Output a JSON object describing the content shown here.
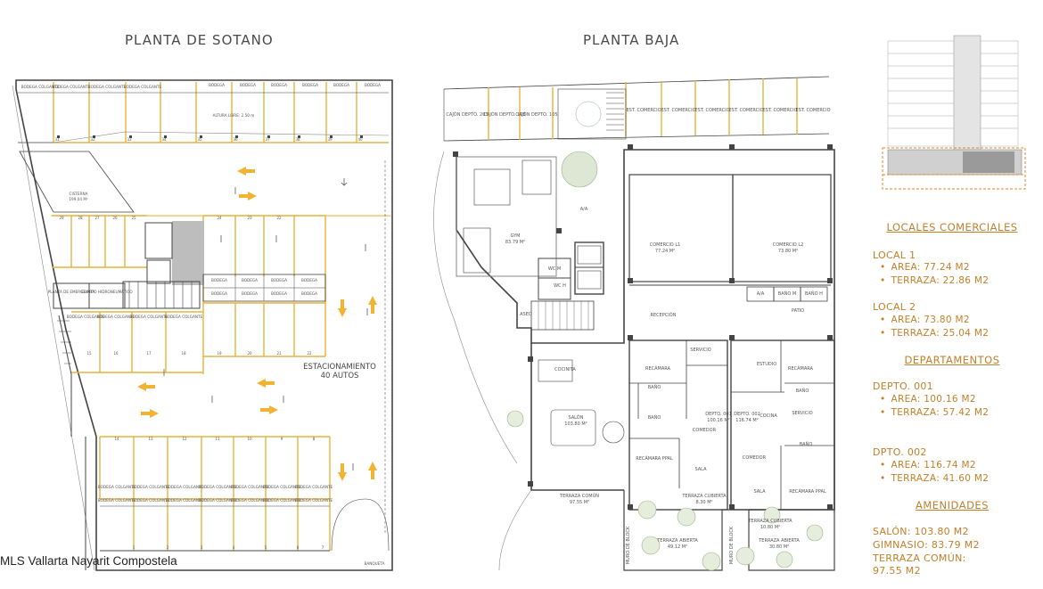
{
  "titles": {
    "sotano": "PLANTA DE SOTANO",
    "baja": "PLANTA BAJA"
  },
  "sotano": {
    "bodega_colgante": "BODEGA COLGANTE",
    "bodega": "BODEGA",
    "altura": "ALTURA LIBRE: 2.50 m",
    "cisterna": "CISTERNA",
    "cisterna_area": "199.04 M²",
    "planta_emergencia": "PLANTA DE EMERGENCIA",
    "cuarto_hidroneumatico": "CUARTO HIDRONEUMÁTICO",
    "estacionamiento": "ESTACIONAMIENTO",
    "autos": "40 AUTOS",
    "banqueta": "BANQUETA",
    "spots_top": [
      "31",
      "32",
      "33",
      "34",
      "35",
      "36",
      "37",
      "38",
      "39",
      "40"
    ],
    "spots_mid": [
      "29",
      "28",
      "27",
      "26",
      "25",
      "24",
      "23",
      "22"
    ],
    "spots_mid2": [
      "15",
      "16",
      "17",
      "18",
      "19",
      "20",
      "21",
      "22"
    ],
    "spots_bottom_top": [
      "14",
      "13",
      "12",
      "11",
      "10",
      "9",
      "8"
    ],
    "spots_bottom": [
      "1",
      "2",
      "3",
      "4",
      "5",
      "6",
      "7"
    ]
  },
  "baja": {
    "cajones": [
      "CAJÓN DEPTO. 203",
      "CAJÓN DEPTO. 103",
      "CAJÓN DEPTO. 105"
    ],
    "est_comercio": "EST. COMERCIO",
    "gym": "GYM",
    "gym_area": "83.79 M²",
    "aa": "A/A",
    "wc_m": "WC M",
    "wc_h": "WC H",
    "aseo": "ASEO",
    "recepcion": "RECEPCIÓN",
    "comercio1": "COMERCIO L1",
    "comercio1_area": "77.24 M²",
    "comercio2": "COMERCIO L2",
    "comercio2_area": "73.80 M²",
    "bano_m": "BAÑO M",
    "bano_h": "BAÑO H",
    "patio": "PATIO",
    "cocinita": "COCINITA",
    "salon": "SALÓN",
    "salon_area": "103.80 M²",
    "recamara": "RECÁMARA",
    "servicio": "SERVICIO",
    "estudio": "ESTUDIO",
    "bano": "BAÑO",
    "cocina": "COCINA",
    "comedor": "COMEDOR",
    "sala": "SALA",
    "recamara_ppal": "RECÁMARA PPAL",
    "depto001": "DEPTO. 001",
    "depto001_area": "100.16 M²",
    "depto002": "DEPTO. 002",
    "depto002_area": "116.74 M²",
    "terraza_comun": "TERRAZA COMÚN",
    "terraza_comun_area": "97.55 M²",
    "terraza_cubierta": "TERRAZA CUBIERTA",
    "terraza_cubierta1_area": "8.30 M²",
    "terraza_cubierta2_area": "10.80 M²",
    "terraza_abierta": "TERRAZA ABIERTA",
    "terraza_abierta1_area": "49.12 M²",
    "terraza_abierta2_area": "30.80 M²",
    "muro_block": "MURO DE BLOCK"
  },
  "legend": {
    "locales": "LOCALES COMERCIALES",
    "local1": "LOCAL 1",
    "local1_area": "AREA: 77.24 M2",
    "local1_terraza": "TERRAZA: 22.86 M2",
    "local2": "LOCAL 2",
    "local2_area": "AREA: 73.80 M2",
    "local2_terraza": "TERRAZA: 25.04 M2",
    "departamentos": "DEPARTAMENTOS",
    "depto001": "DEPTO. 001",
    "depto001_area": "AREA: 100.16 M2",
    "depto001_terraza": "TERRAZA: 57.42 M2",
    "dpto002": "DPTO. 002",
    "dpto002_area": "AREA: 116.74 M2",
    "dpto002_terraza": "TERRAZA: 41.60 M2",
    "amenidades": "AMENIDADES",
    "salon": "SALÓN: 103.80 M2",
    "gimnasio": "GIMNASIO: 83.79 M2",
    "terraza_comun": "TERRAZA COMÚN:",
    "terraza_comun_val": "97.55 M2"
  },
  "watermark": "MLS Vallarta Nayarit Compostela",
  "colors": {
    "accent": "#c17f2a",
    "line": "#e8b43a",
    "wall": "#444444",
    "arrow": "#f2b233"
  }
}
